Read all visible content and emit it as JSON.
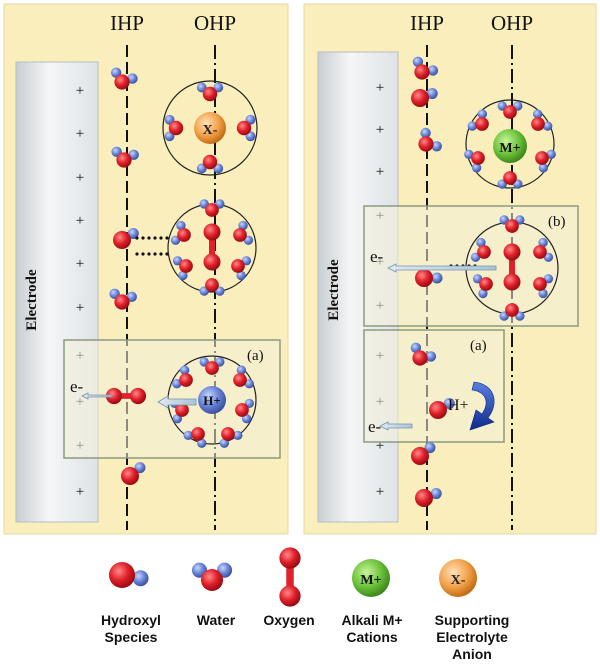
{
  "panels": [
    {
      "ihp_label": "IHP",
      "ohp_label": "OHP",
      "electrode_label": "Electrode",
      "plus_signs": [
        "+",
        "+",
        "+",
        "+",
        "+",
        "+",
        "+",
        "+",
        "+",
        "+",
        "+"
      ],
      "ion_labels": [
        "X-"
      ],
      "box_labels": [
        "(a)"
      ],
      "electron_labels": [
        "e-"
      ],
      "hydrogen_labels": [
        "H+"
      ]
    },
    {
      "ihp_label": "IHP",
      "ohp_label": "OHP",
      "electrode_label": "Electrode",
      "plus_signs": [
        "+",
        "+",
        "+",
        "+",
        "+",
        "+",
        "+",
        "+",
        "+",
        "+",
        "+"
      ],
      "ion_labels": [
        "M+"
      ],
      "box_labels": [
        "(b)",
        "(a)"
      ],
      "electron_labels": [
        "e-",
        "e-"
      ],
      "hydrogen_labels": [
        "H+"
      ]
    }
  ],
  "legend": [
    {
      "label": "Hydroxyl Species",
      "icon": "hydroxyl-icon"
    },
    {
      "label": "Water",
      "icon": "water-icon"
    },
    {
      "label": "Oxygen",
      "icon": "oxygen-icon"
    },
    {
      "label": "Alkali M+ Cations",
      "icon": "cation-icon",
      "symbol": "M+"
    },
    {
      "label": "Supporting Electrolyte Anion",
      "icon": "anion-icon",
      "symbol": "X-"
    }
  ],
  "colors": {
    "background": "#f9eebc",
    "oxygen_atom": "#e0202a",
    "hydrogen_atom": "#6a86d8",
    "cation": "#6cc23a",
    "anion": "#f2a24a",
    "electrode": "#e4e8ea"
  }
}
